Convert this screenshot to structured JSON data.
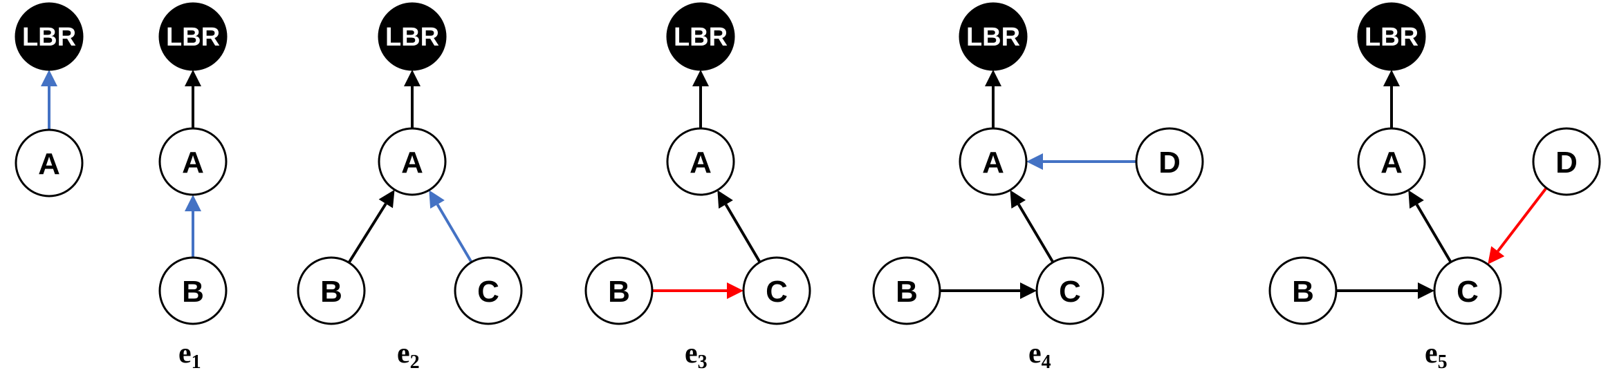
{
  "colors": {
    "normal": "#000000",
    "added": "#4472C4",
    "changed": "#FF0000"
  },
  "labels": {
    "root": "LBR",
    "a": "A",
    "b": "B",
    "c": "C",
    "d": "D"
  },
  "captions": {
    "e1": {
      "base": "e",
      "sub": "1"
    },
    "e2": {
      "base": "e",
      "sub": "2"
    },
    "e3": {
      "base": "e",
      "sub": "3"
    },
    "e4": {
      "base": "e",
      "sub": "4"
    },
    "e5": {
      "base": "e",
      "sub": "5"
    }
  },
  "panels": [
    {
      "id": "p0",
      "nodes": [
        "LBR",
        "A"
      ],
      "edges": [
        {
          "from": "A",
          "to": "LBR",
          "color": "added"
        }
      ]
    },
    {
      "id": "e1",
      "nodes": [
        "LBR",
        "A",
        "B"
      ],
      "edges": [
        {
          "from": "A",
          "to": "LBR",
          "color": "normal"
        },
        {
          "from": "B",
          "to": "A",
          "color": "added"
        }
      ]
    },
    {
      "id": "e2",
      "nodes": [
        "LBR",
        "A",
        "B",
        "C"
      ],
      "edges": [
        {
          "from": "A",
          "to": "LBR",
          "color": "normal"
        },
        {
          "from": "B",
          "to": "A",
          "color": "normal"
        },
        {
          "from": "C",
          "to": "A",
          "color": "added"
        }
      ]
    },
    {
      "id": "e3",
      "nodes": [
        "LBR",
        "A",
        "B",
        "C"
      ],
      "edges": [
        {
          "from": "A",
          "to": "LBR",
          "color": "normal"
        },
        {
          "from": "C",
          "to": "A",
          "color": "normal"
        },
        {
          "from": "B",
          "to": "C",
          "color": "changed"
        }
      ]
    },
    {
      "id": "e4",
      "nodes": [
        "LBR",
        "A",
        "B",
        "C",
        "D"
      ],
      "edges": [
        {
          "from": "A",
          "to": "LBR",
          "color": "normal"
        },
        {
          "from": "C",
          "to": "A",
          "color": "normal"
        },
        {
          "from": "B",
          "to": "C",
          "color": "normal"
        },
        {
          "from": "D",
          "to": "A",
          "color": "added"
        }
      ]
    },
    {
      "id": "e5",
      "nodes": [
        "LBR",
        "A",
        "B",
        "C",
        "D"
      ],
      "edges": [
        {
          "from": "A",
          "to": "LBR",
          "color": "normal"
        },
        {
          "from": "C",
          "to": "A",
          "color": "normal"
        },
        {
          "from": "B",
          "to": "C",
          "color": "normal"
        },
        {
          "from": "D",
          "to": "C",
          "color": "changed"
        }
      ]
    }
  ]
}
